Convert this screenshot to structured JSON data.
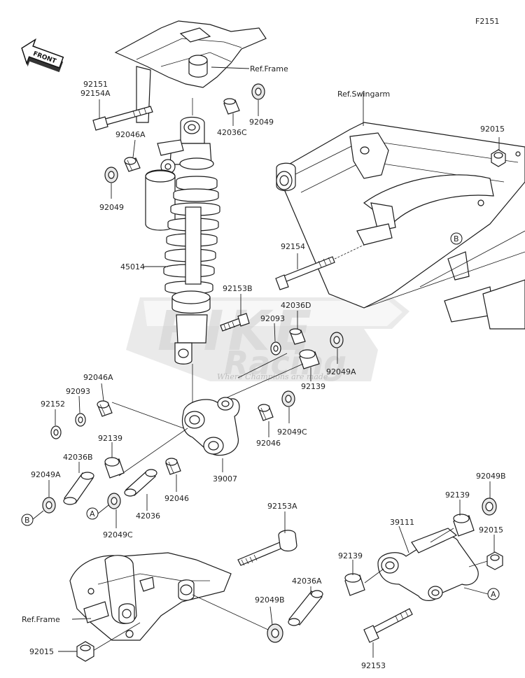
{
  "figure_code": "F2151",
  "front_badge": "FRONT",
  "watermark": {
    "brand_line1": "BIKE",
    "brand_line2": "Racing",
    "slogan": "Where Champions are made"
  },
  "labels": {
    "ref_frame_top": "Ref.Frame",
    "ref_swingarm": "Ref.Swingarm",
    "ref_frame_bottom": "Ref.Frame",
    "p92151": "92151",
    "p92154A": "92154A",
    "p42036C": "42036C",
    "p92049_top": "92049",
    "p92046A_top": "92046A",
    "p92049_left": "92049",
    "p92015_top": "92015",
    "p92154": "92154",
    "p45014": "45014",
    "p92153B": "92153B",
    "p42036D": "42036D",
    "p92093_top": "92093",
    "p92049A_right": "92049A",
    "p92139_mid": "92139",
    "p92046A_mid": "92046A",
    "p92093_left": "92093",
    "p92152": "92152",
    "p92139_left": "92139",
    "p92046_right": "92046",
    "p92049C_right": "92049C",
    "p42036B": "42036B",
    "p92049A_left": "92049A",
    "p39007": "39007",
    "p92046_bottom": "92046",
    "p42036": "42036",
    "p92049C_bottom": "92049C",
    "p92153A": "92153A",
    "p92049B_right": "92049B",
    "p92139_rod": "92139",
    "p39111": "39111",
    "p92015_right": "92015",
    "p92139_lower": "92139",
    "p42036A": "42036A",
    "p92049B_bottom": "92049B",
    "p92015_bottom": "92015",
    "p92153": "92153"
  },
  "callouts": {
    "A1": "A",
    "A2": "A",
    "B1": "B",
    "B2": "B"
  }
}
